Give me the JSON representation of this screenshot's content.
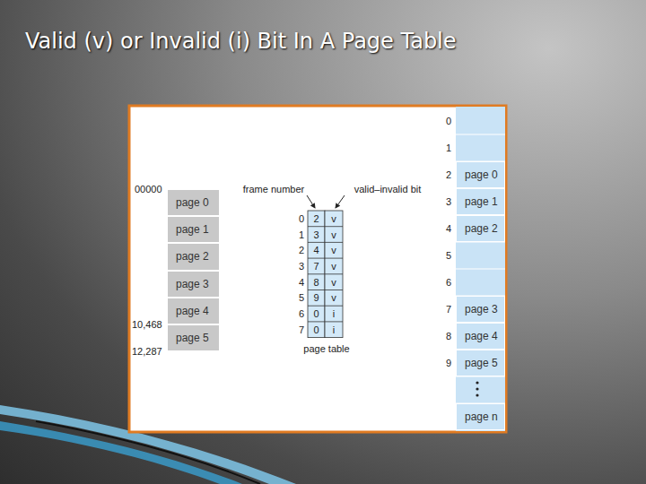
{
  "diagram": {
    "title": "Valid (v) or Invalid (i) Bit In A Page Table",
    "nodes": [
      {
        "text": [
          "page 0"
        ]
      },
      {
        "text": [
          "page 1"
        ]
      },
      {
        "text": [
          "page 2"
        ]
      },
      {
        "text": [
          "page 3"
        ]
      },
      {
        "text": [
          "page 4"
        ]
      },
      {
        "text": [
          "page 5"
        ]
      },
      {
        "text": [
          "page 0"
        ]
      },
      {
        "text": [
          "page 1"
        ]
      },
      {
        "text": [
          "page 2"
        ]
      },
      {
        "text": [
          "page 3"
        ]
      },
      {
        "text": [
          "page 4"
        ]
      },
      {
        "text": [
          "page 5"
        ]
      },
      {
        "text": [
          "page n"
        ]
      }
    ],
    "labels": [
      "00000",
      "10,468",
      "12,287",
      "frame number",
      "valid–invalid bit",
      "0",
      "1",
      "2",
      "3",
      "4",
      "5",
      "6",
      "7",
      "2",
      "3",
      "4",
      "7",
      "8",
      "9",
      "0",
      "0",
      "v",
      "v",
      "v",
      "v",
      "v",
      "v",
      "i",
      "i",
      "page table",
      "0",
      "1",
      "2",
      "3",
      "4",
      "5",
      "6",
      "7",
      "8",
      "9"
    ]
  }
}
